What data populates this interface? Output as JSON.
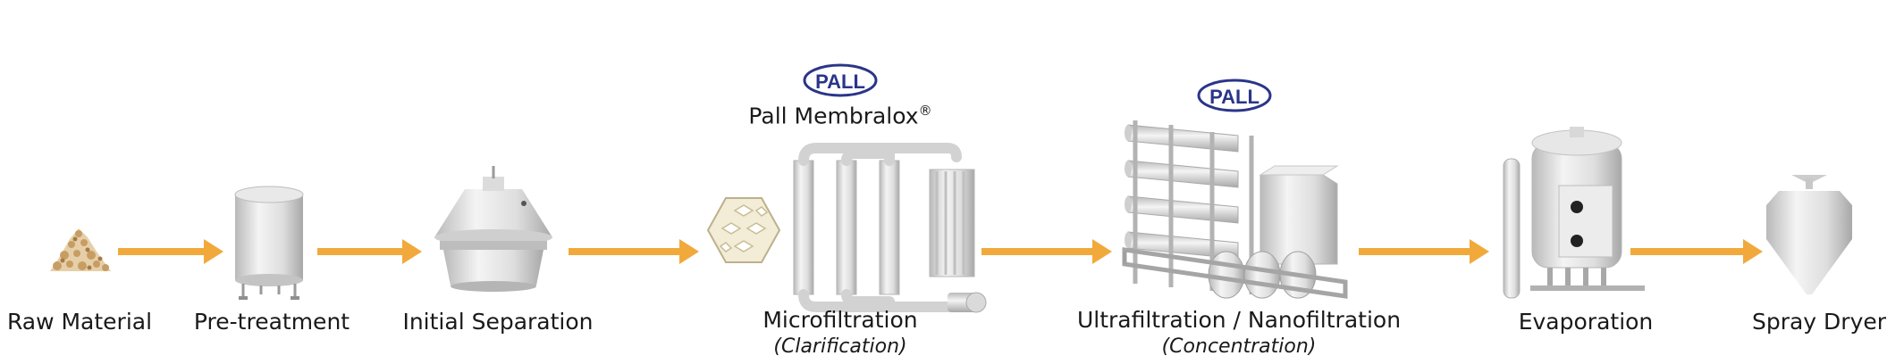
{
  "colors": {
    "arrow": "#f2a93b",
    "brand_blue": "#2a3589",
    "metal_light": "#f1f1f1",
    "metal_mid": "#d3d3d3",
    "metal_dark": "#9a9a9a"
  },
  "brand": {
    "logo_text": "PALL",
    "product_name": "Pall Membralox",
    "product_mark": "®"
  },
  "steps": [
    {
      "label": "Raw Material",
      "sublabel": "",
      "icon": "raw-material-pile-icon"
    },
    {
      "label": "Pre-treatment",
      "sublabel": "",
      "icon": "storage-tank-icon"
    },
    {
      "label": "Initial Separation",
      "sublabel": "",
      "icon": "separator-centrifuge-icon"
    },
    {
      "label": "Microfiltration",
      "sublabel": "(Clarification)",
      "icon": "membralox-ceramic-filter-icon"
    },
    {
      "label": "Ultrafiltration / Nanofiltration",
      "sublabel": "(Concentration)",
      "icon": "membrane-skid-icon"
    },
    {
      "label": "Evaporation",
      "sublabel": "",
      "icon": "evaporator-icon"
    },
    {
      "label": "Spray Dryer",
      "sublabel": "",
      "icon": "spray-dryer-icon"
    }
  ]
}
